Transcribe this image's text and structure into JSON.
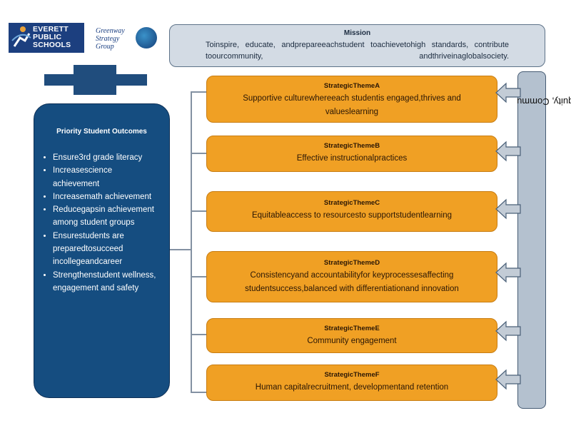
{
  "logos": {
    "everett": [
      "EVERETT",
      "PUBLIC",
      "SCHOOLS"
    ],
    "greenway": [
      "Greenway",
      "Strategy",
      "Group"
    ]
  },
  "mission": {
    "title": "Mission",
    "text": "Toinspire, educate, andprepareeachstudent toachievetohigh standards, contribute toourcommunity, andthriveinaglobalsociety."
  },
  "priority": {
    "title": "Priority Student Outcomes",
    "items": [
      "Ensure3rd grade literacy",
      "Increasescience achievement",
      "Increasemath achievement",
      "Reducegapsin achievement among student groups",
      "Ensurestudents are preparedtosucceed incollegeandcareer",
      "Strengthenstudent wellness, engagement and safety"
    ]
  },
  "themes": [
    {
      "title": "StrategicThemeA",
      "text": "Supportive culturewhereeach studentis engaged,thrives and valueslearning"
    },
    {
      "title": "StrategicThemeB",
      "text": "Effective instructionalpractices"
    },
    {
      "title": "StrategicThemeC",
      "text": "Equitableaccess to resourcesto supportstudentlearning"
    },
    {
      "title": "StrategicThemeD",
      "text": "Consistencyand accountabilityfor keyprocessesaffecting studentsuccess,balanced with differentiationand innovation"
    },
    {
      "title": "StrategicThemeE",
      "text": "Community engagement"
    },
    {
      "title": "StrategicThemeF",
      "text": "Human capitalrecruitment, developmentand retention"
    }
  ],
  "right_bar": {
    "text": "Equity, Commu"
  },
  "colors": {
    "theme_fill": "#f0a024",
    "priority_fill": "#154d80",
    "mission_fill": "#d3dbe4",
    "right_bar_fill": "#b4c1cf",
    "arrow_fill": "#c3ccd6"
  }
}
